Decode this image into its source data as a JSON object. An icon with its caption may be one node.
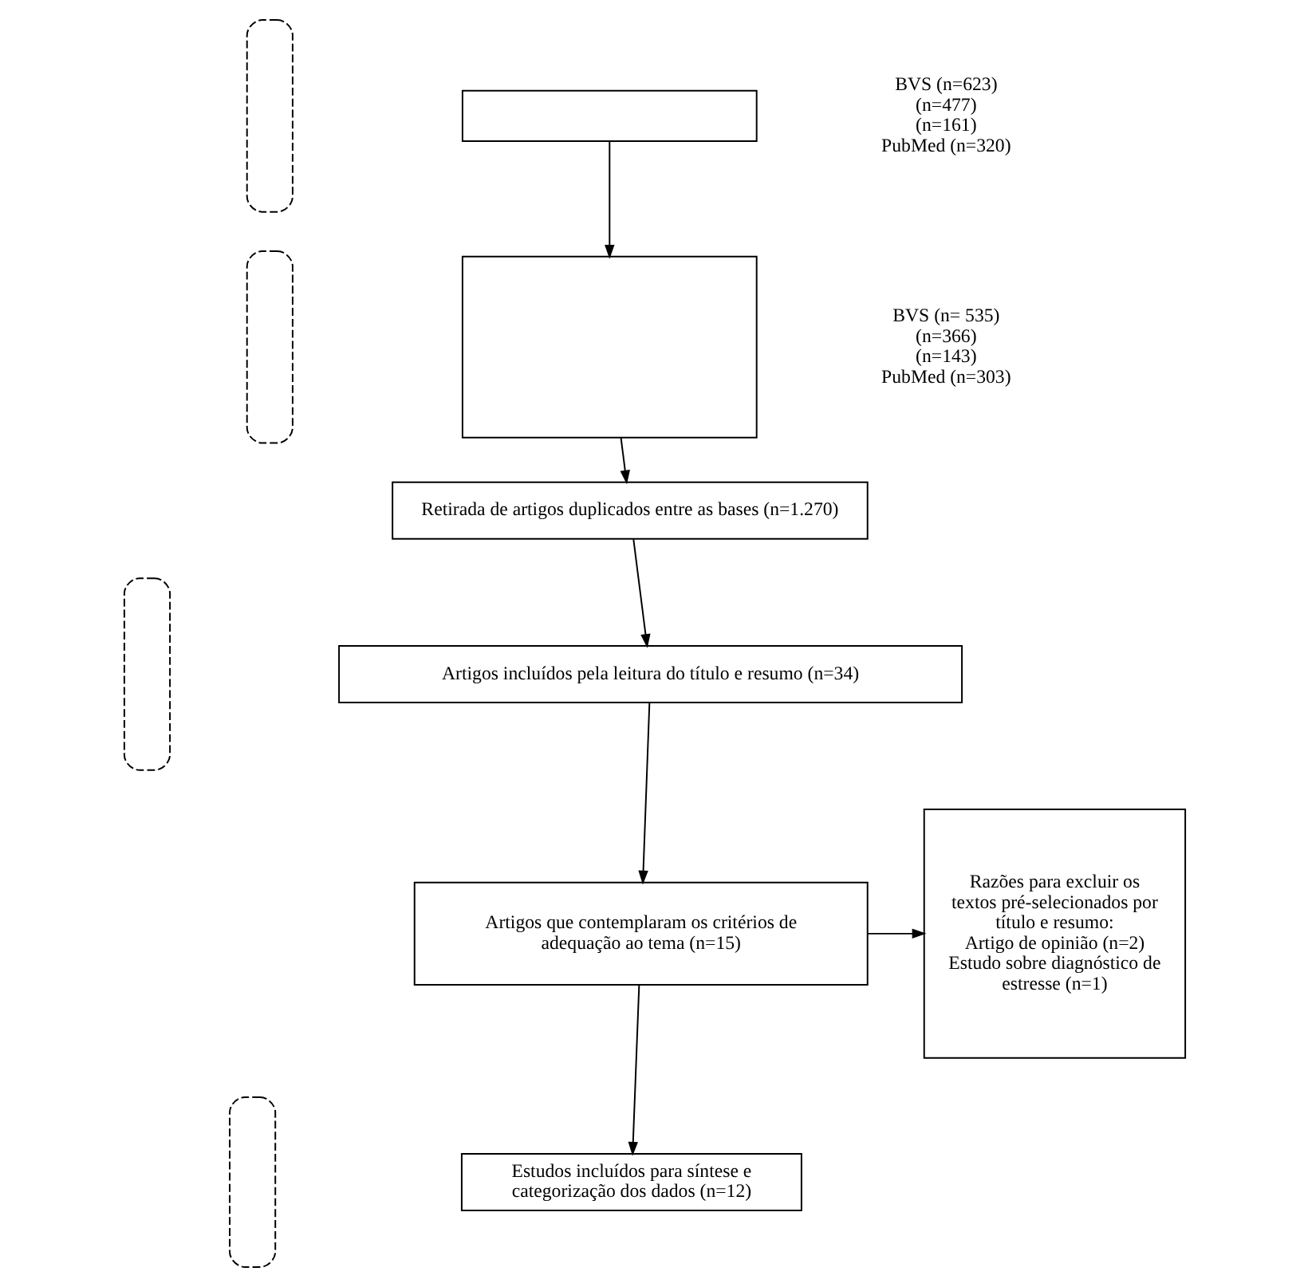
{
  "diagram": {
    "nodes": [
      {
        "text": [],
        "shape": "box",
        "beside": [
          "BVS (n=623)",
          "(n=477)",
          "(n=161)",
          "PubMed (n=320)"
        ]
      },
      {
        "text": [],
        "shape": "box",
        "beside": [
          "BVS (n= 535)",
          "(n=366)",
          "(n=143)",
          "PubMed (n=303)"
        ]
      },
      {
        "text": [
          "Retirada de artigos duplicados entre as bases (n=1.270)"
        ]
      },
      {
        "text": [
          "Artigos incluídos pela leitura do título e resumo (n=34)"
        ]
      },
      {
        "text": [
          "Artigos que contemplaram os critérios de adequação ao tema (n=15)"
        ]
      },
      {
        "text": [
          "Razões para excluir os textos pré-selecionados por título e resumo:",
          "Artigo de opinião (n=2)",
          "Estudo sobre diagnóstico de estresse (n=1)"
        ]
      },
      {
        "text": [
          "Estudos incluídos para síntese e categorização dos dados (n=12)"
        ]
      },
      {
        "text": [],
        "shape": "box"
      },
      {
        "text": [],
        "shape": "box"
      },
      {
        "text": [],
        "shape": "box"
      },
      {
        "text": [],
        "shape": "box"
      }
    ],
    "edges": [
      {
        "from": 0,
        "to": 1,
        "arrow": "to"
      },
      {
        "from": 1,
        "to": 2,
        "arrow": "to"
      },
      {
        "from": 2,
        "to": 3,
        "arrow": "to"
      },
      {
        "from": 3,
        "to": 4,
        "arrow": "to"
      },
      {
        "from": 4,
        "to": 5,
        "arrow": "to"
      },
      {
        "from": 4,
        "to": 6,
        "arrow": "to"
      }
    ]
  }
}
